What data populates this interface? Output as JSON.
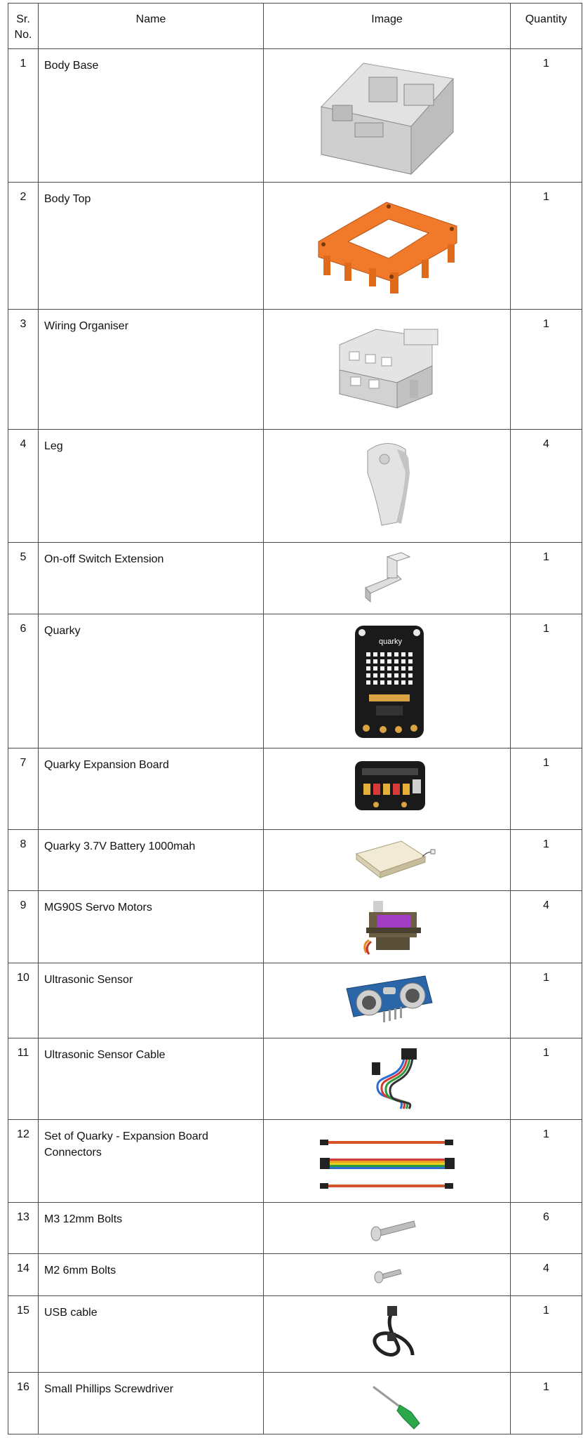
{
  "headers": {
    "sr": "Sr. No.",
    "name": "Name",
    "image": "Image",
    "quantity": "Quantity"
  },
  "rows": [
    {
      "sr": "1",
      "name": "Body Base",
      "icon": "body-base-image",
      "qty": "1"
    },
    {
      "sr": "2",
      "name": "Body Top",
      "icon": "body-top-image",
      "qty": "1"
    },
    {
      "sr": "3",
      "name": "Wiring Organiser",
      "icon": "wiring-organiser-image",
      "qty": "1"
    },
    {
      "sr": "4",
      "name": "Leg",
      "icon": "leg-image",
      "qty": "4"
    },
    {
      "sr": "5",
      "name": "On-off Switch Extension",
      "icon": "switch-extension-image",
      "qty": "1"
    },
    {
      "sr": "6",
      "name": "Quarky",
      "icon": "quarky-board-image",
      "qty": "1",
      "image_text": "quarky"
    },
    {
      "sr": "7",
      "name": "Quarky Expansion Board",
      "icon": "expansion-board-image",
      "qty": "1"
    },
    {
      "sr": "8",
      "name": "Quarky 3.7V Battery 1000mah",
      "icon": "battery-image",
      "qty": "1"
    },
    {
      "sr": "9",
      "name": "MG90S Servo Motors",
      "icon": "servo-motor-image",
      "qty": "4"
    },
    {
      "sr": "10",
      "name": "Ultrasonic Sensor",
      "icon": "ultrasonic-sensor-image",
      "qty": "1"
    },
    {
      "sr": "11",
      "name": "Ultrasonic Sensor Cable",
      "icon": "sensor-cable-image",
      "qty": "1"
    },
    {
      "sr": "12",
      "name": "Set of Quarky - Expansion Board Connectors",
      "icon": "connector-cables-image",
      "qty": "1"
    },
    {
      "sr": "13",
      "name": "M3 12mm Bolts",
      "icon": "m3-bolt-image",
      "qty": "6"
    },
    {
      "sr": "14",
      "name": "M2 6mm Bolts",
      "icon": "m2-bolt-image",
      "qty": "4"
    },
    {
      "sr": "15",
      "name": "USB cable",
      "icon": "usb-cable-image",
      "qty": "1"
    },
    {
      "sr": "16",
      "name": "Small Phillips Screwdriver",
      "icon": "screwdriver-image",
      "qty": "1"
    }
  ],
  "colors": {
    "border": "#4a4a4a",
    "orange_part": "#f07a2a",
    "grey_part": "#dcdcdc",
    "board": "#1a1a1a"
  }
}
